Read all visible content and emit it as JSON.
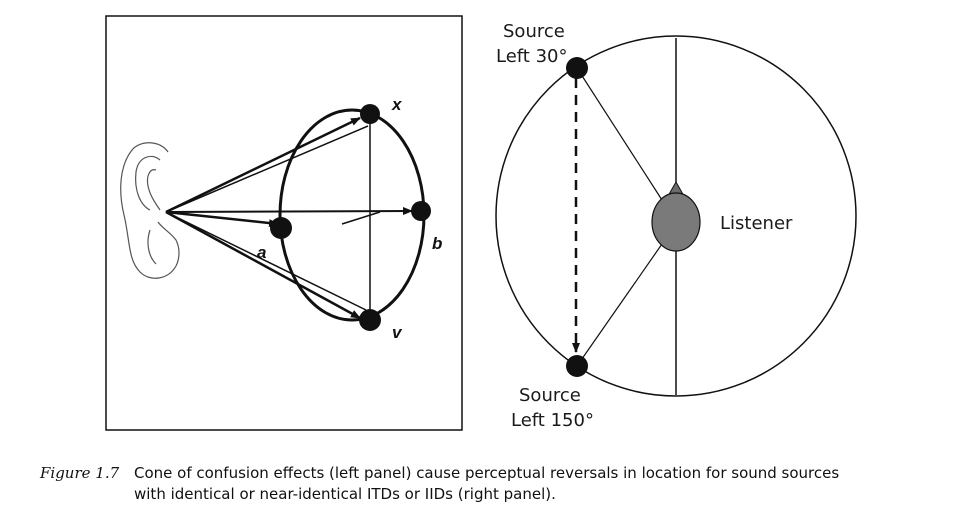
{
  "left_panel": {
    "labels": {
      "x": "x",
      "a": "a",
      "b": "b",
      "v": "v"
    }
  },
  "right_panel": {
    "source_top": {
      "line1": "Source",
      "line2": "Left 30°"
    },
    "source_bottom": {
      "line1": "Source",
      "line2": "Left 150°"
    },
    "listener_label": "Listener"
  },
  "caption": {
    "label": "Figure 1.7",
    "line1": "Cone of confusion effects (left panel) cause perceptual reversals in location for sound sources",
    "line2": "with identical or near-identical ITDs or IIDs (right panel)."
  },
  "colors": {
    "ink": "#111111",
    "listener_fill": "#7a7a7a",
    "ear_stroke": "#555555"
  }
}
